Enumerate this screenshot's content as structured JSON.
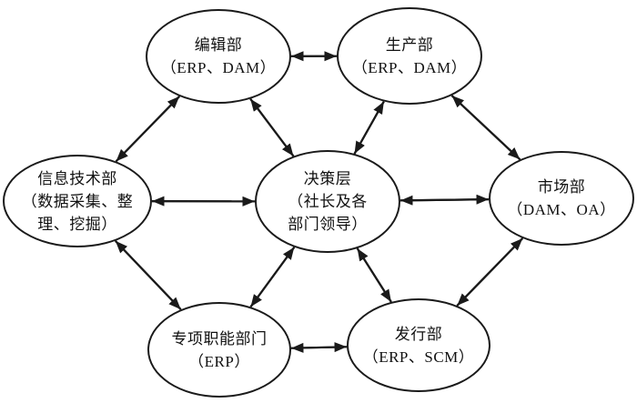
{
  "diagram": {
    "type": "network",
    "colors": {
      "background": "#ffffff",
      "stroke": "#1a1a1a",
      "text": "#111111"
    },
    "nodes": [
      {
        "id": "editorial",
        "lines": [
          "编辑部",
          "（ERP、DAM）"
        ]
      },
      {
        "id": "production",
        "lines": [
          "生产部",
          "（ERP、DAM）"
        ]
      },
      {
        "id": "it",
        "lines": [
          "信息技术部",
          "（数据采集、整",
          "理、挖掘）"
        ]
      },
      {
        "id": "decision",
        "lines": [
          "决策层",
          "（社长及各",
          "部门领导）"
        ]
      },
      {
        "id": "market",
        "lines": [
          "市场部",
          "（DAM、OA）"
        ]
      },
      {
        "id": "special",
        "lines": [
          "专项职能部门",
          "（ERP）"
        ]
      },
      {
        "id": "distribution",
        "lines": [
          "发行部",
          "（ERP、SCM）"
        ]
      }
    ],
    "edges": [
      {
        "from": "editorial",
        "to": "production",
        "bidirectional": true
      },
      {
        "from": "editorial",
        "to": "it",
        "bidirectional": true
      },
      {
        "from": "editorial",
        "to": "decision",
        "bidirectional": true
      },
      {
        "from": "production",
        "to": "decision",
        "bidirectional": true
      },
      {
        "from": "production",
        "to": "market",
        "bidirectional": true
      },
      {
        "from": "it",
        "to": "decision",
        "bidirectional": true
      },
      {
        "from": "decision",
        "to": "market",
        "bidirectional": true
      },
      {
        "from": "it",
        "to": "special",
        "bidirectional": true
      },
      {
        "from": "decision",
        "to": "special",
        "bidirectional": true
      },
      {
        "from": "decision",
        "to": "distribution",
        "bidirectional": true
      },
      {
        "from": "market",
        "to": "distribution",
        "bidirectional": true
      },
      {
        "from": "special",
        "to": "distribution",
        "bidirectional": true
      }
    ]
  }
}
